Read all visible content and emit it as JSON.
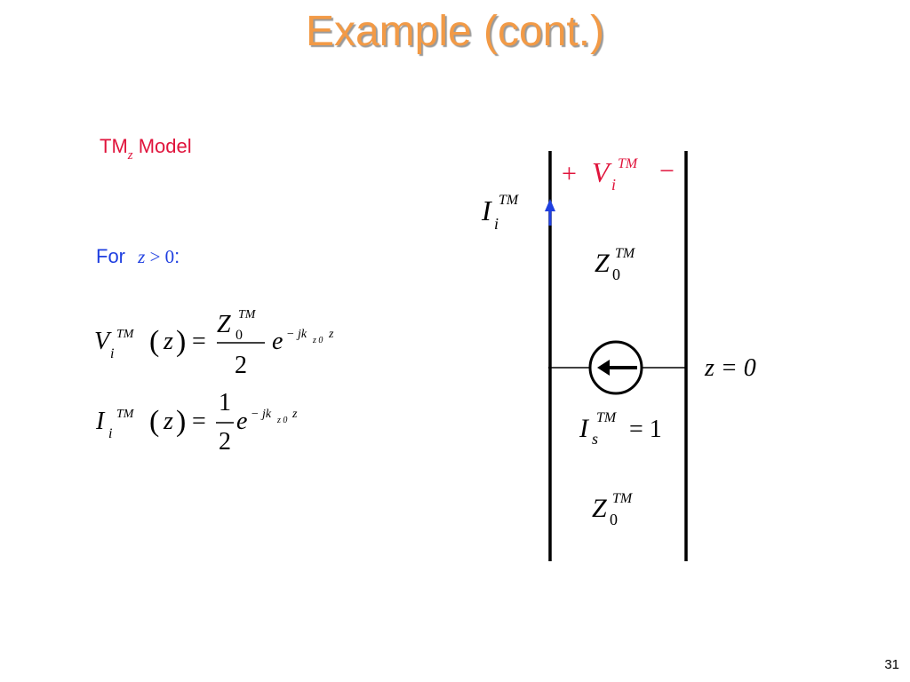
{
  "slide": {
    "title": "Example (cont.)",
    "page_number": "31"
  },
  "model": {
    "label": "TM",
    "subscript": "z",
    "suffix": " Model"
  },
  "condition": {
    "label": "For",
    "var": "z",
    "op": " > 0",
    "colon": ":"
  },
  "equations": {
    "voltage": {
      "lhs_var": "V",
      "lhs_sup": "TM",
      "lhs_sub": "i",
      "arg": "z",
      "num_var": "Z",
      "num_sup": "TM",
      "num_sub": "0",
      "den": "2",
      "exp_base": "e",
      "exp_power": "− jk",
      "exp_power_sub": "z 0",
      "exp_power_tail": "z"
    },
    "current": {
      "lhs_var": "I",
      "lhs_sup": "TM",
      "lhs_sub": "i",
      "arg": "z",
      "num": "1",
      "den": "2",
      "exp_base": "e",
      "exp_power": "− jk",
      "exp_power_sub": "z 0",
      "exp_power_tail": "z"
    }
  },
  "circuit": {
    "voltage_plus": "+",
    "voltage_minus": "−",
    "voltage_var": "V",
    "voltage_sup": "TM",
    "voltage_sub": "i",
    "current_var": "I",
    "current_sup": "TM",
    "current_sub": "i",
    "top_impedance_var": "Z",
    "top_impedance_sup": "TM",
    "top_impedance_sub": "0",
    "bottom_impedance_var": "Z",
    "bottom_impedance_sup": "TM",
    "bottom_impedance_sub": "0",
    "source_var": "I",
    "source_sup": "TM",
    "source_sub": "s",
    "source_value": "= 1",
    "position_label": "z = 0"
  },
  "colors": {
    "title": "#F29A46",
    "model_label": "#E0143C",
    "condition_label": "#1f3fe0",
    "voltage_label": "#E0143C",
    "current_arrow": "#1f3fe0"
  }
}
